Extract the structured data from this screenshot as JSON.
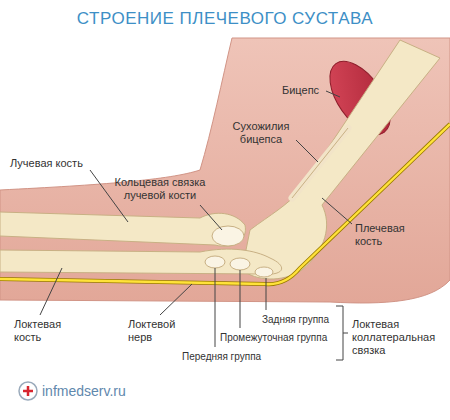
{
  "diagram": {
    "title": "СТРОЕНИЕ ПЛЕЧЕВОГО СУСТАВА",
    "labels": [
      "Бицепс",
      "Сухожилия бицепса",
      "Лучевая кость",
      "Кольцевая связка лучевой кости",
      "Плечевая кость",
      "Локтевая кость",
      "Локтевой нерв",
      "Задняя группа",
      "Промежуточная группа",
      "Передняя группа",
      "Локтевая коллатеральная связка",
      "infmedserv.ru"
    ]
  }
}
